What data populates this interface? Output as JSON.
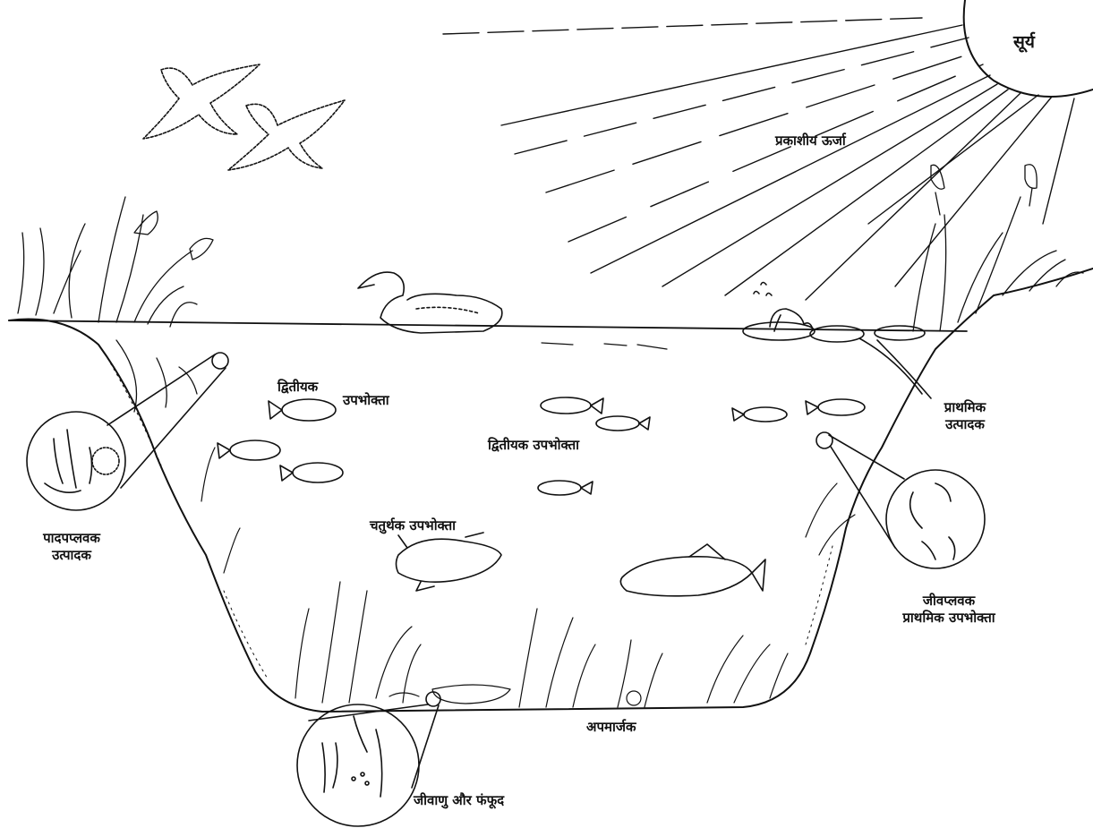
{
  "labels": {
    "sun": "सूर्य",
    "light_energy": "प्रकाशीय ऊर्जा",
    "secondary_consumer_1_a": "द्वितीयक",
    "secondary_consumer_1_b": "उपभोक्ता",
    "secondary_consumer_2": "द्वितीयक उपभोक्ता",
    "quaternary_consumer": "चतुर्थक उपभोक्ता",
    "primary_producer_a": "प्राथमिक",
    "primary_producer_b": "उत्पादक",
    "phytoplankton_a": "पादपप्लवक",
    "phytoplankton_b": "उत्पादक",
    "zooplankton_a": "जीवप्लवक",
    "zooplankton_b": "प्राथमिक उपभोक्ता",
    "scavenger": "अपमार्जक",
    "decomposers": "जीवाणु और फंफूद"
  },
  "colors": {
    "ink": "#111111",
    "background": "#ffffff"
  }
}
